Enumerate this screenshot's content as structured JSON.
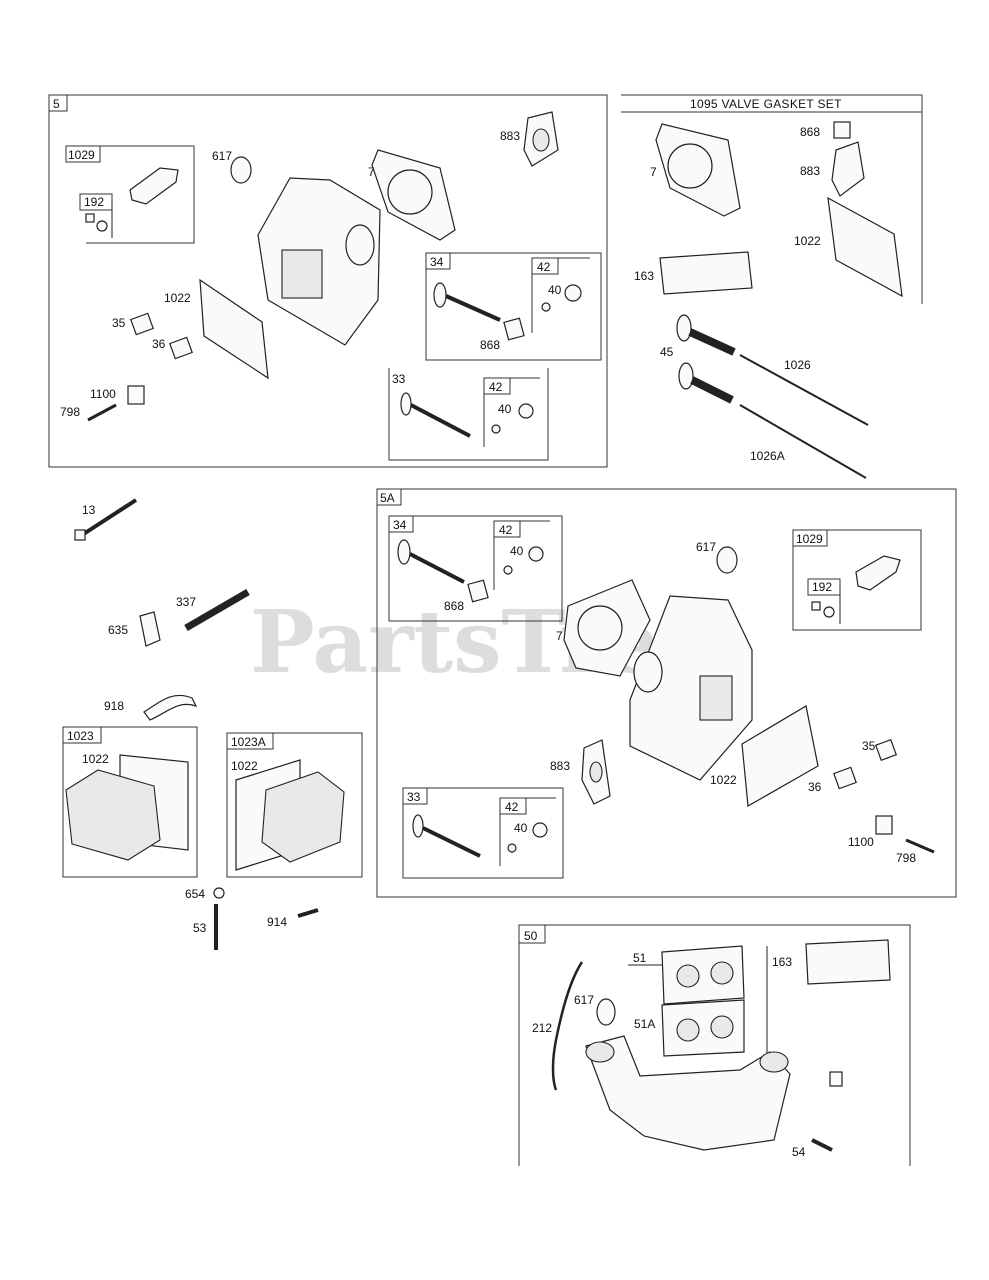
{
  "watermark": "PartsTree",
  "title_1095": "1095 VALVE GASKET SET",
  "groups": {
    "g5": "5",
    "g1029a": "1029",
    "g192a": "192",
    "g34a": "34",
    "g42a": "42",
    "g42b": "42",
    "g5A": "5A",
    "g34b": "34",
    "g42c": "42",
    "g1029b": "1029",
    "g192b": "192",
    "g33b": "33",
    "g42d": "42",
    "g1023": "1023",
    "g1023A": "1023A",
    "g50": "50"
  },
  "labels": {
    "l883a": "883",
    "l617a": "617",
    "l7a": "7",
    "l1022a": "1022",
    "l35a": "35",
    "l36a": "36",
    "l1100a": "1100",
    "l798a": "798",
    "l40a": "40",
    "l868a": "868",
    "l33a": "33",
    "l40b": "40",
    "l7b": "7",
    "l868b": "868",
    "l883b": "883",
    "l1022b": "1022",
    "l163a": "163",
    "l45": "45",
    "l1026": "1026",
    "l1026A": "1026A",
    "l13": "13",
    "l337": "337",
    "l635": "635",
    "l918": "918",
    "l1022c": "1022",
    "l1022d": "1022",
    "l654": "654",
    "l53": "53",
    "l914": "914",
    "l40c": "40",
    "l868c": "868",
    "l617b": "617",
    "l7c": "7",
    "l883c": "883",
    "l1022e": "1022",
    "l35b": "35",
    "l36b": "36",
    "l1100b": "1100",
    "l798b": "798",
    "l40d": "40",
    "l51": "51",
    "l51A": "51A",
    "l617c": "617",
    "l212": "212",
    "l163b": "163",
    "l54": "54"
  }
}
